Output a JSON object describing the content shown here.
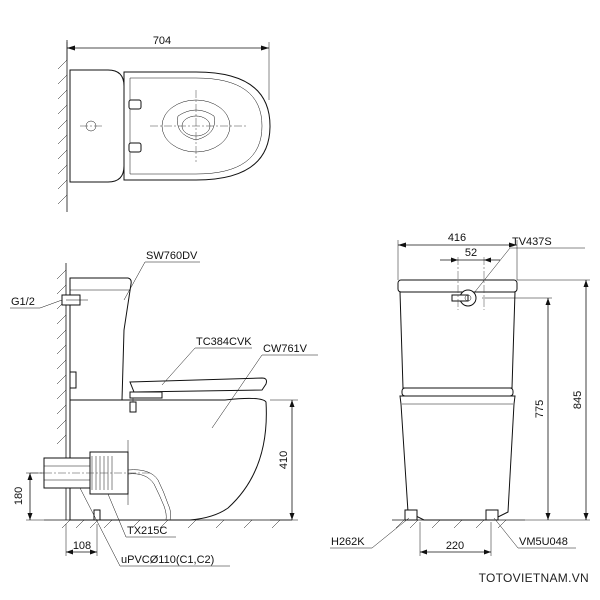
{
  "top_view": {
    "width_dim": "704"
  },
  "side_view": {
    "labels": {
      "tank": "SW760DV",
      "supply": "G1/2",
      "seat": "TC384CVK",
      "bowl": "CW761V",
      "flange": "TX215C",
      "pipe": "uPVCØ110(C1,C2)"
    },
    "dims": {
      "outlet_height": "180",
      "bowl_height": "410",
      "wall_offset": "108"
    }
  },
  "front_view": {
    "labels": {
      "valve": "TV437S",
      "bolt": "H262K",
      "fixing": "VM5U048"
    },
    "dims": {
      "width": "416",
      "spacing": "52",
      "tank_height": "775",
      "total_height": "845",
      "foot_spacing": "220"
    }
  },
  "watermark": "TOTOVIETNAM.VN"
}
